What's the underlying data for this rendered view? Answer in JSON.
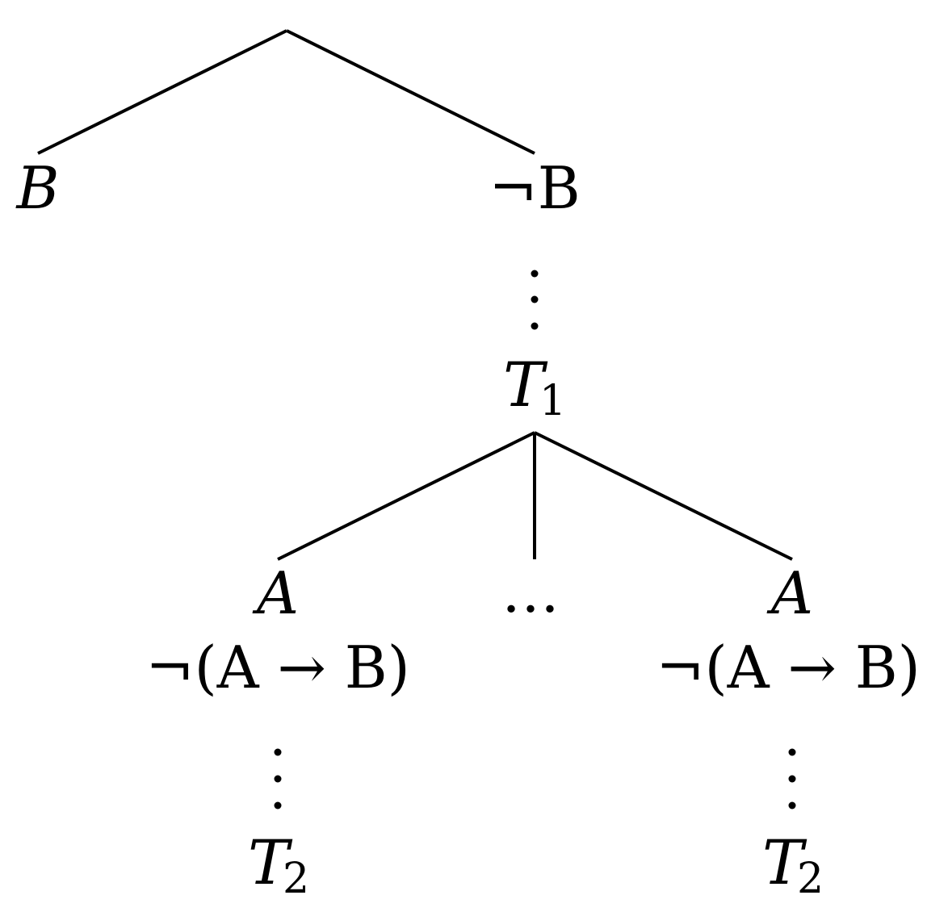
{
  "tree": {
    "root_left_label": "B",
    "root_right_label": "¬B",
    "t1_symbol": "T",
    "t1_index": "1",
    "branch_left_line1": "A",
    "branch_left_line2": "¬(A → B)",
    "branch_middle_label": "…",
    "branch_right_line1": "A",
    "branch_right_line2": "¬(A → B)",
    "t2_left_symbol": "T",
    "t2_left_index": "2",
    "t2_right_symbol": "T",
    "t2_right_index": "2"
  }
}
